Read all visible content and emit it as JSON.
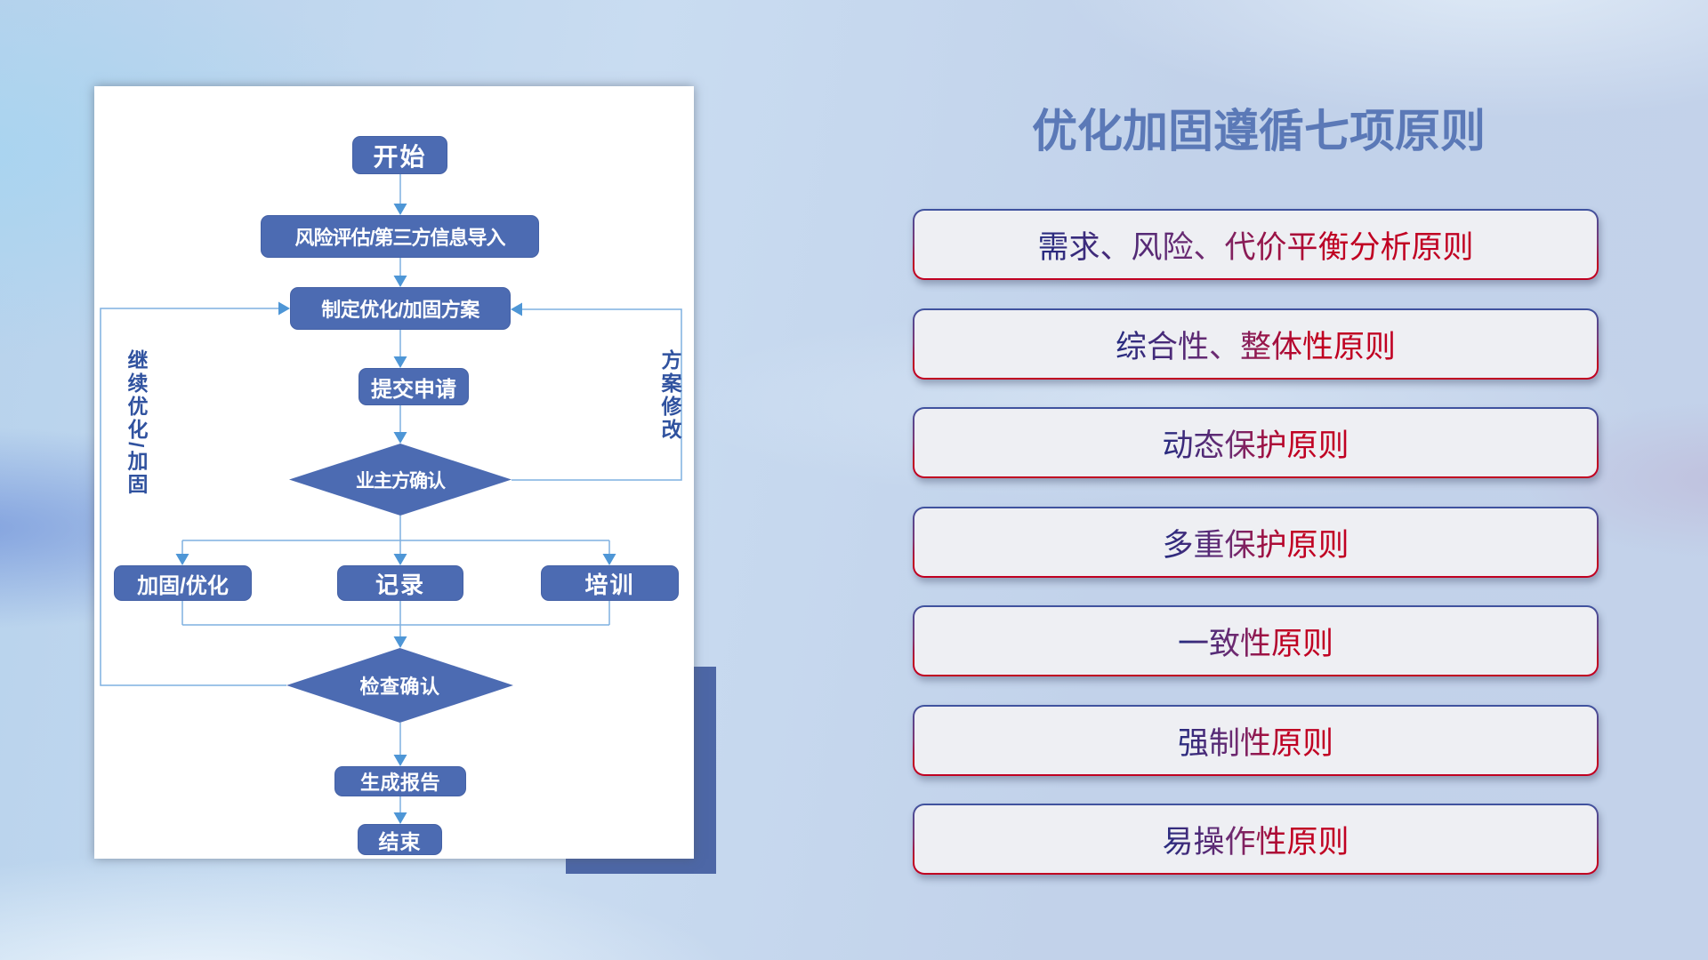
{
  "flowchart": {
    "nodes": {
      "start": "开始",
      "risk_import": "风险评估/第三方信息导入",
      "make_plan": "制定优化/加固方案",
      "submit": "提交申请",
      "owner_confirm": "业主方确认",
      "reinforce": "加固/优化",
      "record": "记录",
      "training": "培训",
      "check_confirm": "检查确认",
      "report": "生成报告",
      "end": "结束"
    },
    "loop_labels": {
      "left": "继续优化/加固",
      "right": "方案修改"
    }
  },
  "panel": {
    "title": "优化加固遵循七项原则",
    "principles": [
      "需求、风险、代价平衡分析原则",
      "综合性、整体性原则",
      "动态保护原则",
      "多重保护原则",
      "一致性原则",
      "强制性原则",
      "易操作性原则"
    ]
  },
  "colors": {
    "node_fill": "#4c6bb2",
    "connector": "#7fb0e0",
    "arrowhead": "#4e96d6",
    "title": "#5b79b7",
    "principle_text_start": "#252b80",
    "principle_text_end": "#c00022",
    "principle_border_top": "#3e53a0",
    "principle_border_bottom": "#c00021",
    "principle_fill": "#eeeff3",
    "accent_rect": "#4d67a6",
    "card_bg": "#ffffff"
  }
}
